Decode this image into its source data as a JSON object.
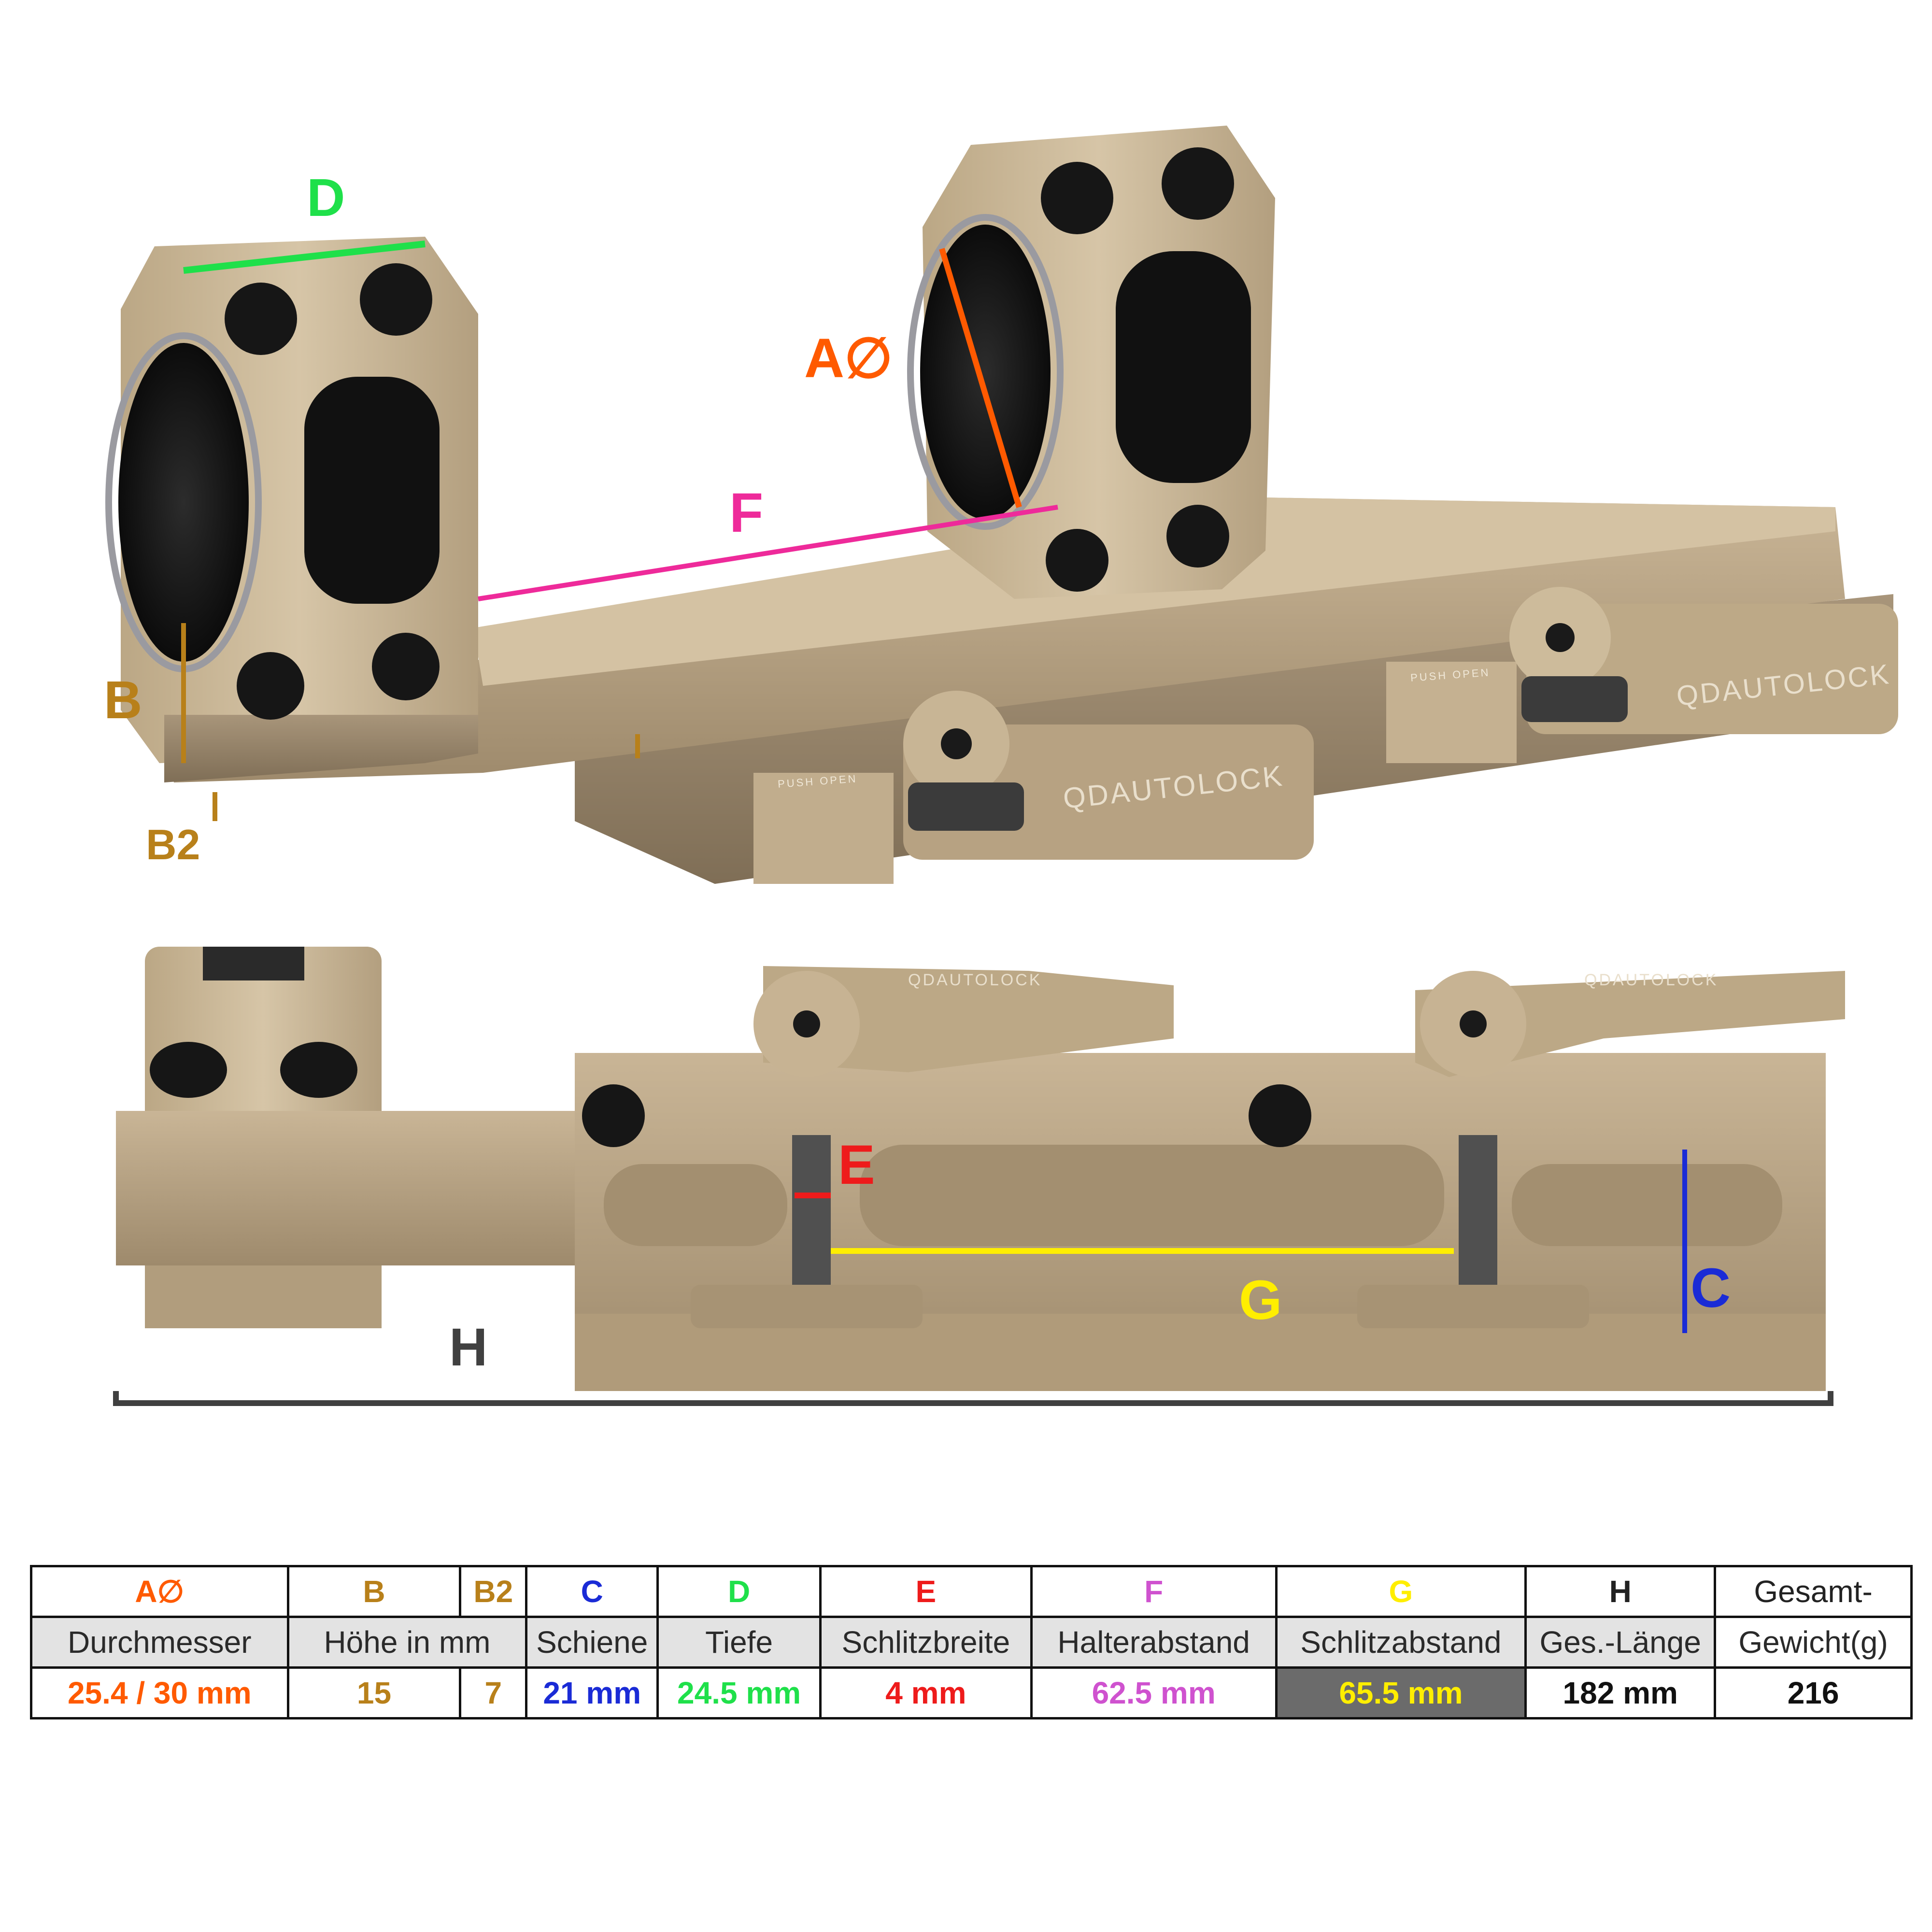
{
  "labels": {
    "a": "A∅",
    "b": "B",
    "b2": "B2",
    "c": "C",
    "d": "D",
    "e": "E",
    "f": "F",
    "g": "G",
    "h": "H"
  },
  "engravings": {
    "front_lever": "QDAUTOLOCK",
    "rear_lever": "QDAUTOLOCK",
    "side_lever_1": "QDAUTOLOCK",
    "side_lever_2": "QDAUTOLOCK",
    "push_open_1": "PUSH OPEN",
    "push_open_2": "PUSH OPEN"
  },
  "colors": {
    "a": "#ff5a00",
    "b": "#b8801a",
    "b2": "#b8801a",
    "c": "#1a2bd6",
    "d": "#1fe04a",
    "e": "#ee1b1b",
    "f": "#ee2a9a",
    "g": "#ffee00",
    "h": "#404040"
  },
  "table": {
    "letters": [
      "A∅",
      "B",
      "B2",
      "C",
      "D",
      "E",
      "F",
      "G",
      "H",
      "Gesamt-"
    ],
    "names": [
      "Durchmesser",
      "Höhe in mm",
      "Schiene",
      "Tiefe",
      "Schlitzbreite",
      "Halterabstand",
      "Schlitzabstand",
      "Ges.-Länge",
      "Gewicht(g)"
    ],
    "values": [
      "25.4 / 30 mm",
      "15",
      "7",
      "21 mm",
      "24.5 mm",
      "4 mm",
      "62.5 mm",
      "65.5 mm",
      "182 mm",
      "216"
    ]
  }
}
